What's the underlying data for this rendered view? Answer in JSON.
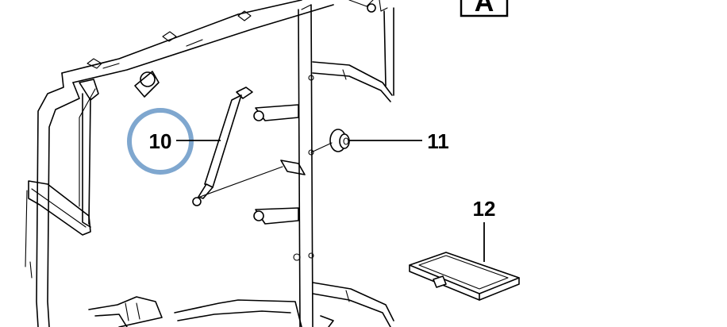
{
  "view_label": "A",
  "callouts": [
    {
      "id": "10",
      "label": "10",
      "highlighted": true
    },
    {
      "id": "11",
      "label": "11",
      "highlighted": false
    },
    {
      "id": "12",
      "label": "12",
      "highlighted": false
    }
  ],
  "colors": {
    "line": "#000000",
    "background": "#ffffff",
    "highlight_ring": "#7fa7cf"
  }
}
